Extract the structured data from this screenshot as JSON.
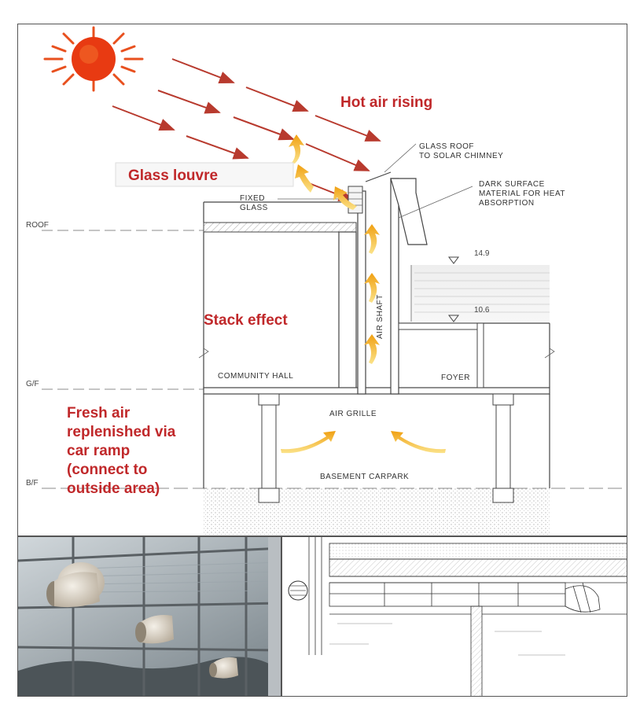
{
  "annotations": {
    "hot_air_rising": "Hot air rising",
    "glass_louvre": "Glass louvre",
    "stack_effect": "Stack effect",
    "fresh_air": [
      "Fresh air",
      "replenished via",
      "car ramp",
      "(connect to",
      "outside area)"
    ]
  },
  "labels": {
    "glass_roof": [
      "GLASS ROOF",
      "TO SOLAR CHIMNEY"
    ],
    "dark_surface": [
      "DARK SURFACE",
      "MATERIAL FOR HEAT",
      "ABSORPTION"
    ],
    "fixed_glass": [
      "FIXED",
      "GLASS"
    ],
    "air_shaft": "AIR SHAFT",
    "community_hall": "COMMUNITY HALL",
    "foyer": "FOYER",
    "air_grille": "AIR GRILLE",
    "basement_carpark": "BASEMENT CARPARK"
  },
  "levels": {
    "roof": "ROOF",
    "gf": "G/F",
    "bf": "B/F",
    "top_elev": "14.9",
    "mid_elev": "10.6"
  },
  "colors": {
    "annotation_red": "#c0282a",
    "sun": "#e83a12",
    "sun_rays": "#e8501e",
    "airflow": "#f5b820",
    "ray_arrows": "#b83a2e"
  }
}
